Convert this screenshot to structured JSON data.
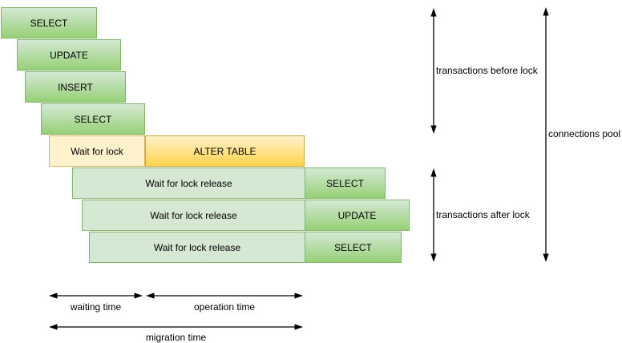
{
  "boxes": {
    "before_lock": [
      "SELECT",
      "UPDATE",
      "INSERT",
      "SELECT"
    ],
    "wait_for_lock": "Wait for lock",
    "alter_table": "ALTER TABLE",
    "wait_for_release": [
      "Wait for lock release",
      "Wait for lock release",
      "Wait for lock release"
    ],
    "after_lock": [
      "SELECT",
      "UPDATE",
      "SELECT"
    ]
  },
  "annotations": {
    "transactions_before": "transactions before lock",
    "transactions_after": "transactions after lock",
    "connections_pool": "connections pool"
  },
  "timeline": {
    "waiting": "waiting time",
    "operation": "operation time",
    "migration": "migration time"
  },
  "colors": {
    "green_fill_light": "#d5e8d4",
    "green_fill_dark": "#97d077",
    "green_border": "#82b366",
    "yellow_fill_light": "#fff2cc",
    "yellow_fill_dark": "#ffd24c",
    "yellow_border": "#d6b656",
    "arrow": "#000000",
    "text": "#000000"
  }
}
